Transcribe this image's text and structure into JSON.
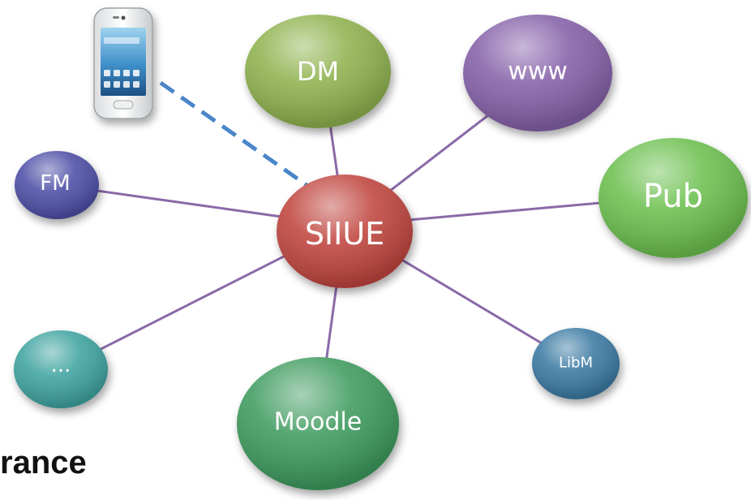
{
  "diagram": {
    "hub": {
      "label": "SIIUE",
      "color": "#c0453f"
    },
    "nodes": [
      {
        "id": "dm",
        "label": "DM",
        "color": "#8fb24e"
      },
      {
        "id": "www",
        "label": "www",
        "color": "#8560a8"
      },
      {
        "id": "pub",
        "label": "Pub",
        "color": "#6cc04f"
      },
      {
        "id": "libm",
        "label": "LibM",
        "color": "#3b7aa3"
      },
      {
        "id": "moodle",
        "label": "Moodle",
        "color": "#3e9b5e"
      },
      {
        "id": "etc",
        "label": "...",
        "color": "#3ea3a0"
      },
      {
        "id": "fm",
        "label": "FM",
        "color": "#4d4ea6"
      }
    ],
    "device": {
      "icon": "smartphone-icon",
      "link_style": "dashed",
      "link_color": "#4a86c8"
    },
    "edge_color": "#8a6aa8"
  },
  "caption": "rance"
}
